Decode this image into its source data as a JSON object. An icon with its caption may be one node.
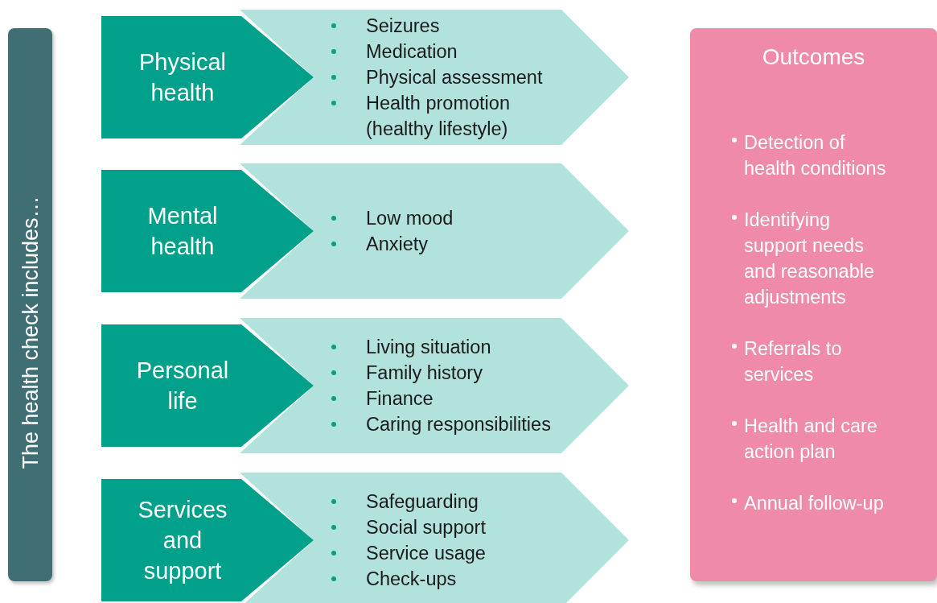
{
  "diagram": {
    "nodes": [
      {
        "text": [
          "The health check includes…"
        ]
      },
      {
        "text": [
          "Physical health"
        ]
      },
      {
        "text": [
          "Seizures",
          "Medication",
          "Physical assessment",
          "Health promotion (healthy lifestyle)"
        ]
      },
      {
        "text": [
          "Mental health"
        ]
      },
      {
        "text": [
          "Low mood",
          "Anxiety"
        ]
      },
      {
        "text": [
          "Personal life"
        ]
      },
      {
        "text": [
          "Living situation",
          "Family history",
          "Finance",
          "Caring responsibilities"
        ]
      },
      {
        "text": [
          "Services and support"
        ]
      },
      {
        "text": [
          "Safeguarding",
          "Social support",
          "Service usage",
          "Check-ups"
        ]
      },
      {
        "text": [
          "Outcomes",
          "Detection of health conditions",
          "Identifying support needs and reasonable adjustments",
          "Referrals to services",
          "Health and care action plan",
          "Annual follow-up"
        ]
      }
    ],
    "edges": []
  }
}
